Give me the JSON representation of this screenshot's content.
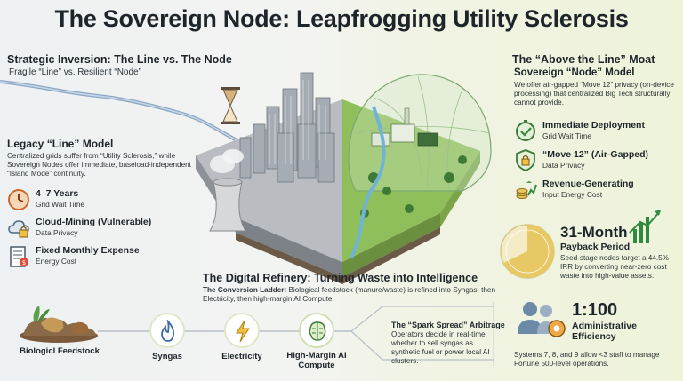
{
  "title": "The Sovereign Node: Leapfrogging Utility Sclerosis",
  "left": {
    "section_title": "Strategic Inversion: The Line vs. The Node",
    "section_sub": "Fragile “Line” vs. Resilient “Node”",
    "legacy_title": "Legacy “Line” Model",
    "legacy_body": "Centralized grids suffer from “Utility Sclerosis,” while Sovereign Nodes offer immediate, baseload-independent “Island Mode” continuity.",
    "metrics": [
      {
        "icon": "clock-icon",
        "label": "4–7 Years",
        "value": "Grid Wait Time"
      },
      {
        "icon": "cloud-lock-icon",
        "label": "Cloud-Mining (Vulnerable)",
        "value": "Data Privacy"
      },
      {
        "icon": "bill-icon",
        "label": "Fixed Monthly Expense",
        "value": "Energy Cost"
      }
    ]
  },
  "right": {
    "section_title": "The “Above the Line” Moat",
    "model_title": "Sovereign “Node” Model",
    "model_body": "We offer air-gapped “Move 12” privacy (on-device processing) that centralized Big Tech structurally cannot provide.",
    "metrics": [
      {
        "icon": "stopwatch-check-icon",
        "label": "Immediate Deployment",
        "value": "Grid Wait Time"
      },
      {
        "icon": "shield-lock-icon",
        "label": "“Move 12” (Air-Gapped)",
        "value": "Data Privacy"
      },
      {
        "icon": "money-growth-icon",
        "label": "Revenue-Generating",
        "value": "Input Energy Cost"
      }
    ],
    "payback_title": "31-Month",
    "payback_sub": "Payback Period",
    "payback_body": "Seed-stage nodes target a 44.5% IRR by converting near-zero cost waste into high-value assets.",
    "ratio": "1:100",
    "ratio_title": "Administrative Efficiency",
    "ratio_body": "Systems 7, 8, and 9 allow <3 staff to manage Fortune 500-level operations."
  },
  "refinery": {
    "title": "The Digital Refinery: Turning Waste into Intelligence",
    "body_lead": "The Conversion Ladder:",
    "body_rest": " Biological feedstock (manure/waste) is refined into Syngas, then Electricity, then high-margin AI Compute.",
    "steps": [
      {
        "icon": "feedstock-icon",
        "label": "Biologicl Feedstock"
      },
      {
        "icon": "flame-icon",
        "label": "Syngas"
      },
      {
        "icon": "lightning-icon",
        "label": "Electricity"
      },
      {
        "icon": "brain-chip-icon",
        "label": "High-Margin AI Compute"
      }
    ],
    "spark_title": "The “Spark Spread” Arbitrage",
    "spark_body": "Operators decide in real-time whether to sell syngas as synthetic fuel or power local AI clusters."
  }
}
